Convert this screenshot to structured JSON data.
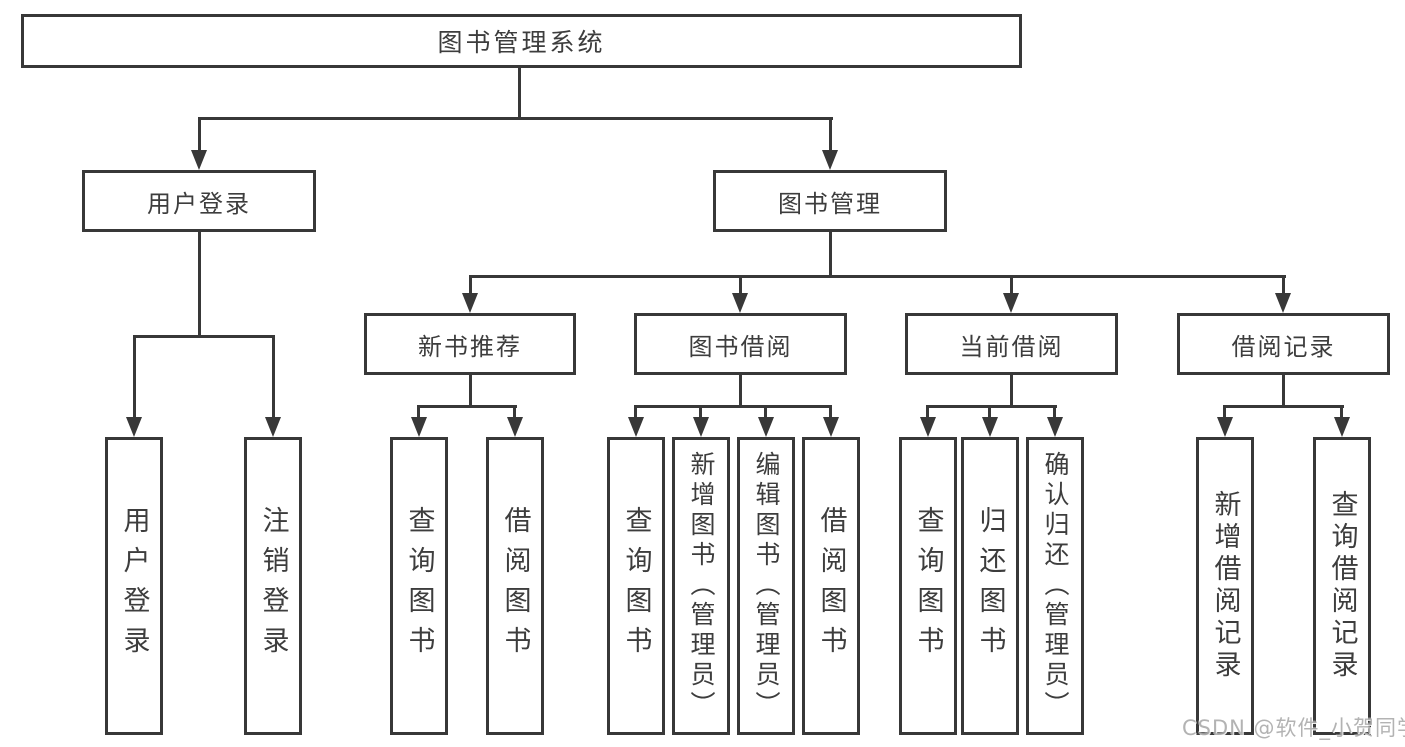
{
  "tree": {
    "label": "图书管理系统",
    "children": [
      {
        "label": "用户登录",
        "children": [
          {
            "label": "用户登录"
          },
          {
            "label": "注销登录"
          }
        ]
      },
      {
        "label": "图书管理",
        "children": [
          {
            "label": "新书推荐",
            "children": [
              {
                "label": "查询图书"
              },
              {
                "label": "借阅图书"
              }
            ]
          },
          {
            "label": "图书借阅",
            "children": [
              {
                "label": "查询图书"
              },
              {
                "label": "新增图书（管理员）"
              },
              {
                "label": "编辑图书（管理员）"
              },
              {
                "label": "借阅图书"
              }
            ]
          },
          {
            "label": "当前借阅",
            "children": [
              {
                "label": "查询图书"
              },
              {
                "label": "归还图书"
              },
              {
                "label": "确认归还（管理员）"
              }
            ]
          },
          {
            "label": "借阅记录",
            "children": [
              {
                "label": "新增借阅记录"
              },
              {
                "label": "查询借阅记录"
              }
            ]
          }
        ]
      }
    ]
  },
  "watermark": {
    "text": "CSDN @软件_小贺同学"
  },
  "colors": {
    "line": "#383838",
    "text": "#3d3d3d",
    "background": "#ffffff",
    "watermark": "#a8a8a8"
  }
}
